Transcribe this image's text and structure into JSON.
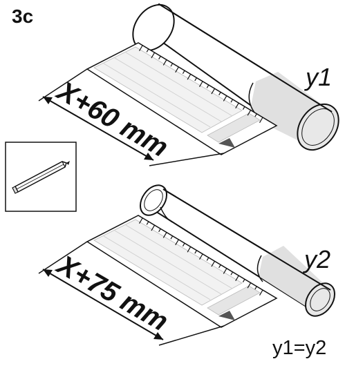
{
  "step": "3c",
  "diagram_top": {
    "measurement": "X+60 mm",
    "pipe_label": "y1"
  },
  "diagram_bottom": {
    "measurement": "X+75 mm",
    "pipe_label": "y2"
  },
  "equation": "y1=y2",
  "pencil_icon": "pencil-icon"
}
